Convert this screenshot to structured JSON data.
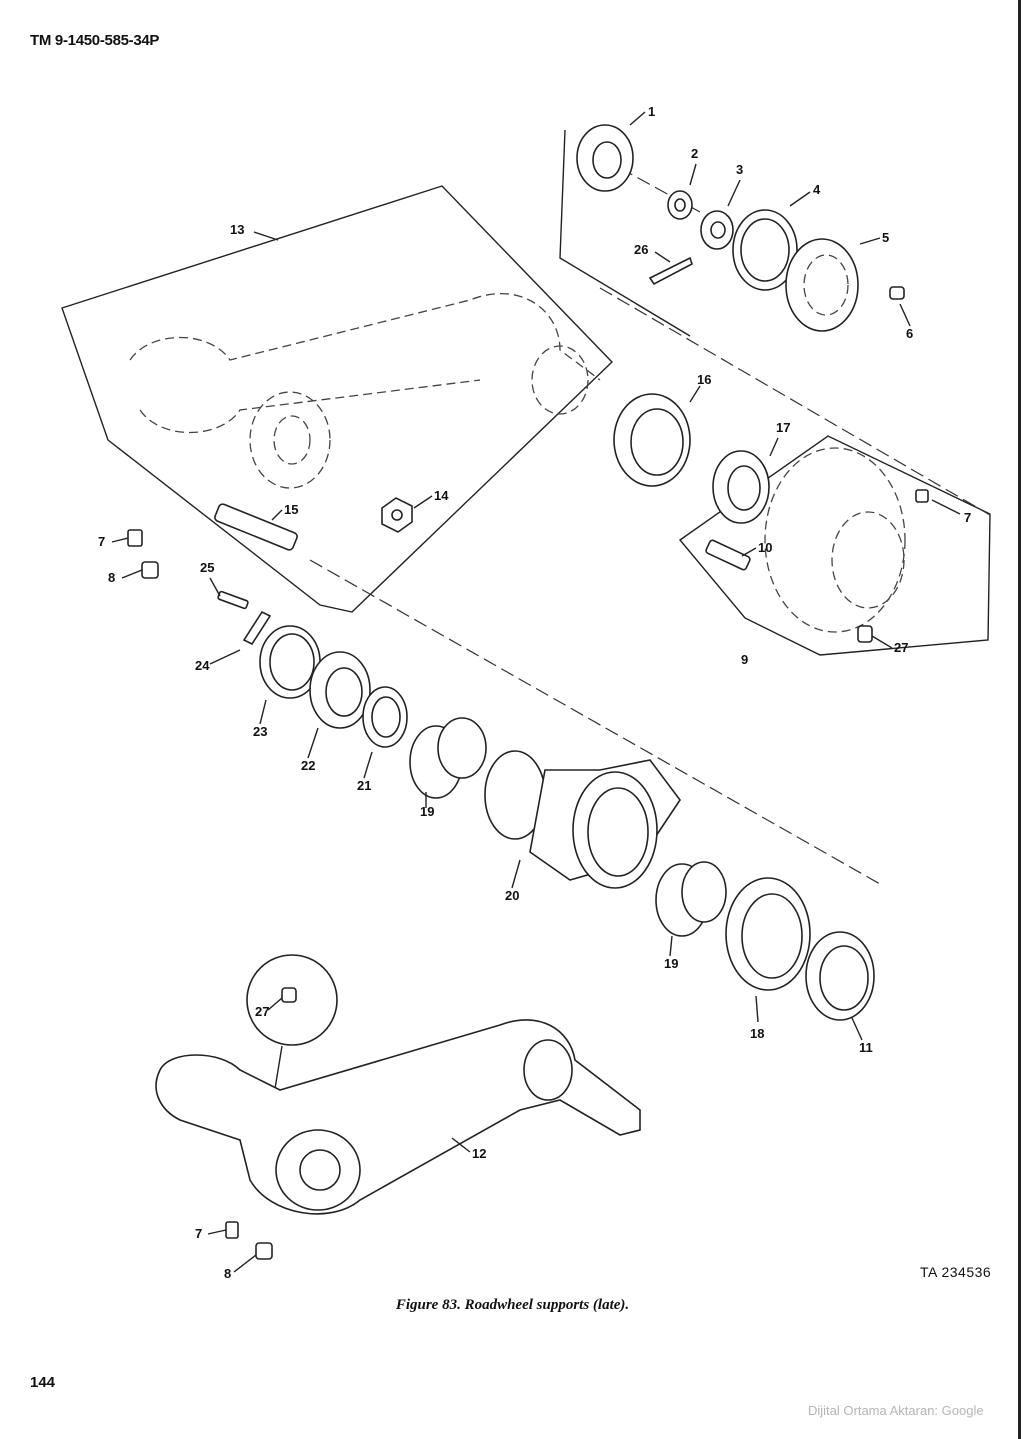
{
  "header": {
    "doc_number": "TM 9-1450-585-34P"
  },
  "figure": {
    "caption": "Figure 83.   Roadwheel supports (late).",
    "art_code": "TA 234536",
    "callouts": [
      "1",
      "2",
      "3",
      "4",
      "5",
      "6",
      "7",
      "8",
      "9",
      "10",
      "11",
      "12",
      "13",
      "14",
      "15",
      "16",
      "17",
      "18",
      "19",
      "20",
      "21",
      "22",
      "23",
      "24",
      "25",
      "26",
      "27"
    ]
  },
  "page_number": "144",
  "watermark": "Dijital Ortama Aktaran: Google"
}
